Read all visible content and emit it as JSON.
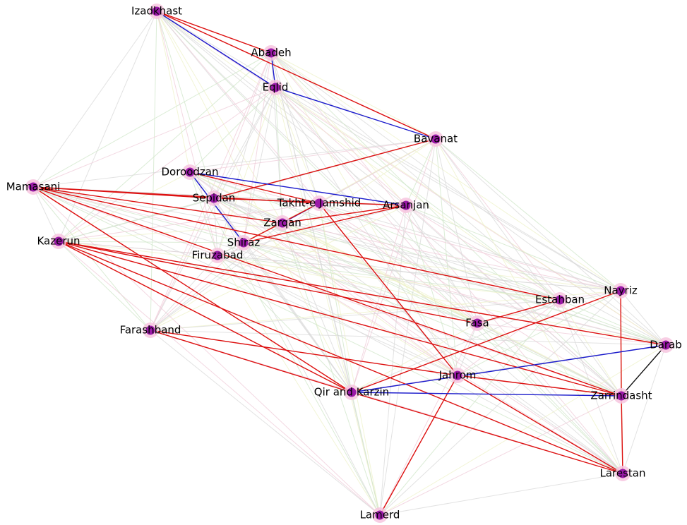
{
  "colors": {
    "background": "#ffffff",
    "node_fill": "#9b1aa8",
    "node_halo": "#f7c6df",
    "faint_edge": "#d8d8d8",
    "faint_edge_green": "#cfe5c8",
    "faint_edge_pink": "#efcbd8",
    "faint_edge_yellow": "#eef2c8",
    "red_edge": "#dd1111",
    "blue_edge": "#1a1acc",
    "black_edge": "#111111"
  },
  "nodes": [
    {
      "id": "izadkhast",
      "label": "Izadkhast"
    },
    {
      "id": "abadeh",
      "label": "Abadeh"
    },
    {
      "id": "eqlid",
      "label": "Eqlid"
    },
    {
      "id": "bavanat",
      "label": "Bavanat"
    },
    {
      "id": "doroodzan",
      "label": "Doroodzan"
    },
    {
      "id": "mamasani",
      "label": "Mamasani"
    },
    {
      "id": "sepidan",
      "label": "Sepidan"
    },
    {
      "id": "takht",
      "label": "Takht-e Jamshid"
    },
    {
      "id": "arsanjan",
      "label": "Arsanjan"
    },
    {
      "id": "zarqan",
      "label": "Zarqan"
    },
    {
      "id": "kazerun",
      "label": "Kazerun"
    },
    {
      "id": "shiraz",
      "label": "Shiraz"
    },
    {
      "id": "firuzabad",
      "label": "Firuzabad"
    },
    {
      "id": "nayriz",
      "label": "Nayriz"
    },
    {
      "id": "estahban",
      "label": "Estahban"
    },
    {
      "id": "fasa",
      "label": "Fasa"
    },
    {
      "id": "farashband",
      "label": "Farashband"
    },
    {
      "id": "darab",
      "label": "Darab"
    },
    {
      "id": "jahrom",
      "label": "Jahrom"
    },
    {
      "id": "qir",
      "label": "Qir and Karzin"
    },
    {
      "id": "zarrindasht",
      "label": "Zarrindasht"
    },
    {
      "id": "larestan",
      "label": "Larestan"
    },
    {
      "id": "lamerd",
      "label": "Lamerd"
    }
  ],
  "strong_edges": [
    {
      "source": "izadkhast",
      "target": "abadeh",
      "type": "red"
    },
    {
      "source": "izadkhast",
      "target": "bavanat",
      "type": "red"
    },
    {
      "source": "izadkhast",
      "target": "eqlid",
      "type": "blue"
    },
    {
      "source": "abadeh",
      "target": "eqlid",
      "type": "blue"
    },
    {
      "source": "eqlid",
      "target": "bavanat",
      "type": "blue"
    },
    {
      "source": "bavanat",
      "target": "sepidan",
      "type": "red"
    },
    {
      "source": "doroodzan",
      "target": "arsanjan",
      "type": "blue"
    },
    {
      "source": "doroodzan",
      "target": "shiraz",
      "type": "blue"
    },
    {
      "source": "doroodzan",
      "target": "takht",
      "type": "red"
    },
    {
      "source": "mamasani",
      "target": "sepidan",
      "type": "red"
    },
    {
      "source": "mamasani",
      "target": "takht",
      "type": "red"
    },
    {
      "source": "mamasani",
      "target": "zarqan",
      "type": "red"
    },
    {
      "source": "mamasani",
      "target": "estahban",
      "type": "red"
    },
    {
      "source": "mamasani",
      "target": "zarrindasht",
      "type": "red"
    },
    {
      "source": "mamasani",
      "target": "qir",
      "type": "red"
    },
    {
      "source": "sepidan",
      "target": "arsanjan",
      "type": "red"
    },
    {
      "source": "takht",
      "target": "zarqan",
      "type": "blue"
    },
    {
      "source": "takht",
      "target": "shiraz",
      "type": "red"
    },
    {
      "source": "takht",
      "target": "jahrom",
      "type": "red"
    },
    {
      "source": "zarqan",
      "target": "arsanjan",
      "type": "red"
    },
    {
      "source": "shiraz",
      "target": "arsanjan",
      "type": "red"
    },
    {
      "source": "kazerun",
      "target": "fasa",
      "type": "red"
    },
    {
      "source": "kazerun",
      "target": "darab",
      "type": "red"
    },
    {
      "source": "kazerun",
      "target": "qir",
      "type": "red"
    },
    {
      "source": "kazerun",
      "target": "larestan",
      "type": "red"
    },
    {
      "source": "kazerun",
      "target": "zarrindasht",
      "type": "red"
    },
    {
      "source": "fasa",
      "target": "estahban",
      "type": "red"
    },
    {
      "source": "farashband",
      "target": "jahrom",
      "type": "red"
    },
    {
      "source": "farashband",
      "target": "qir",
      "type": "red"
    },
    {
      "source": "nayriz",
      "target": "qir",
      "type": "red"
    },
    {
      "source": "nayriz",
      "target": "zarrindasht",
      "type": "red"
    },
    {
      "source": "darab",
      "target": "qir",
      "type": "blue"
    },
    {
      "source": "darab",
      "target": "zarrindasht",
      "type": "black"
    },
    {
      "source": "jahrom",
      "target": "zarrindasht",
      "type": "red"
    },
    {
      "source": "jahrom",
      "target": "larestan",
      "type": "red"
    },
    {
      "source": "jahrom",
      "target": "lamerd",
      "type": "red"
    },
    {
      "source": "qir",
      "target": "zarrindasht",
      "type": "blue"
    },
    {
      "source": "qir",
      "target": "larestan",
      "type": "red"
    },
    {
      "source": "zarrindasht",
      "target": "larestan",
      "type": "red"
    }
  ]
}
